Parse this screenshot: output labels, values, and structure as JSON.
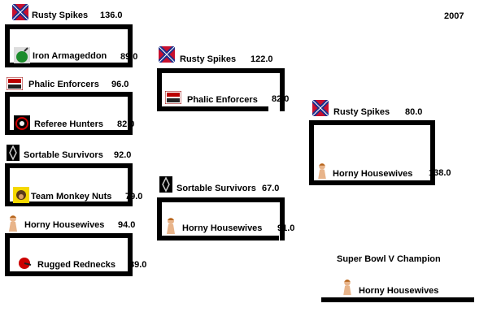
{
  "year": "2007",
  "round1": [
    {
      "team": "Rusty Spikes",
      "score": "136.0"
    },
    {
      "team": "Iron Armageddon",
      "score": "89.0"
    },
    {
      "team": "Phalic Enforcers",
      "score": "96.0"
    },
    {
      "team": "Referee Hunters",
      "score": "82.0"
    },
    {
      "team": "Sortable Survivors",
      "score": "92.0"
    },
    {
      "team": "Team Monkey Nuts",
      "score": "79.0"
    },
    {
      "team": "Horny Housewives",
      "score": "94.0"
    },
    {
      "team": "Rugged Rednecks",
      "score": "89.0"
    }
  ],
  "round2": [
    {
      "team": "Rusty Spikes",
      "score": "122.0"
    },
    {
      "team": "Phalic Enforcers",
      "score": "82.0"
    },
    {
      "team": "Sortable Survivors",
      "score": "67.0"
    },
    {
      "team": "Horny Housewives",
      "score": "91.0"
    }
  ],
  "final": [
    {
      "team": "Rusty Spikes",
      "score": "80.0"
    },
    {
      "team": "Horny Housewives",
      "score": "138.0"
    }
  ],
  "champion": {
    "label": "Super Bowl V Champion",
    "team": "Horny Housewives"
  },
  "icons": {
    "rusty_spikes": "confederate-flag-icon",
    "iron_armageddon": "bomb-icon",
    "phalic_enforcers": "badge-sticker-icon",
    "referee_hunters": "target-skull-icon",
    "sortable_survivors": "tribal-mask-icon",
    "team_monkey_nuts": "monkey-icon",
    "horny_housewives": "woman-photo-icon",
    "rugged_rednecks": "helmet-icon"
  }
}
